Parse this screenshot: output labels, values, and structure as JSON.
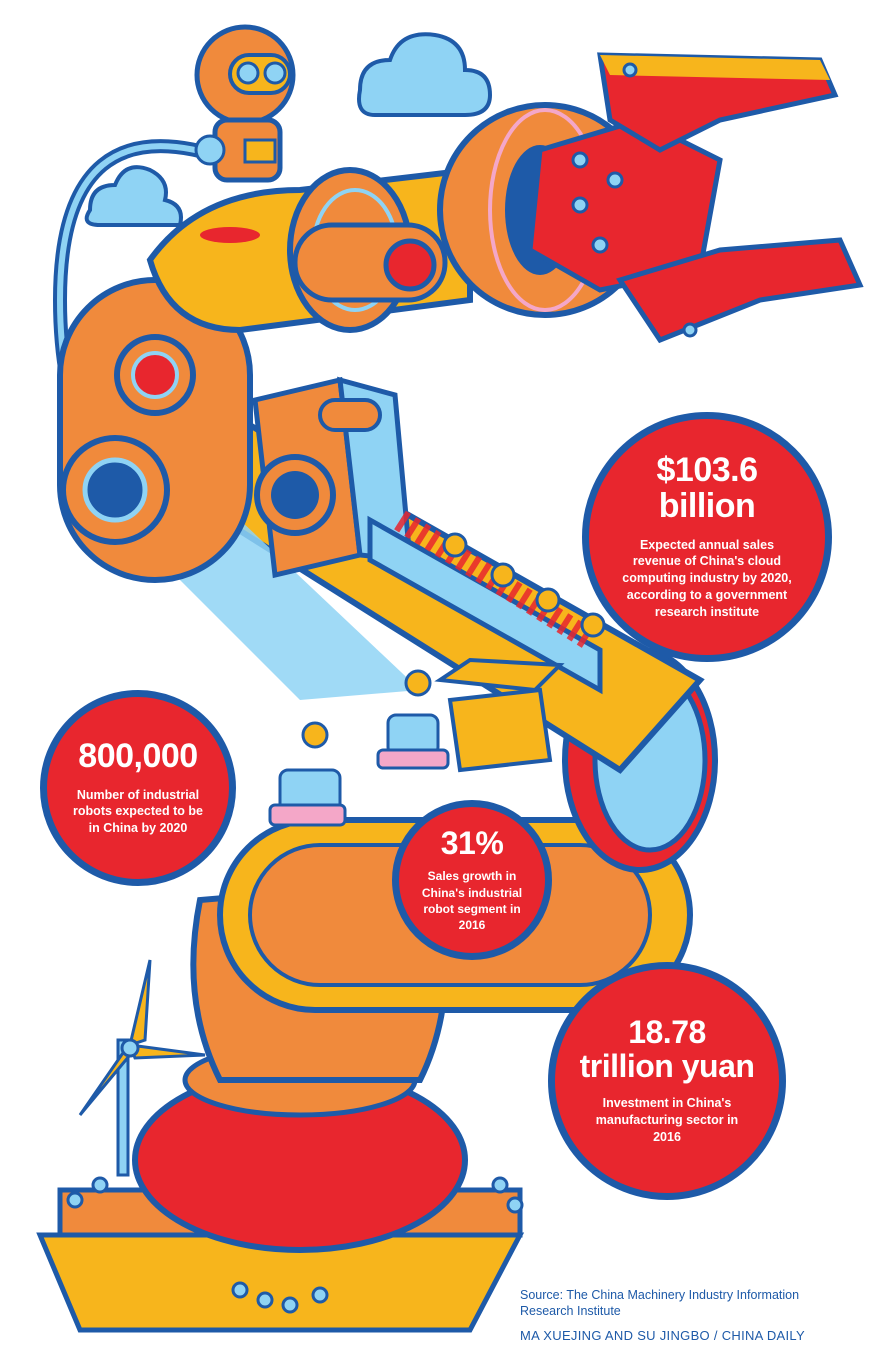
{
  "colors": {
    "red": "#e8262e",
    "blue": "#1e5aa8",
    "orange": "#f08a3c",
    "yellow": "#f7b51c",
    "light_blue": "#8fd3f4",
    "white": "#ffffff"
  },
  "stats": [
    {
      "id": "cloud",
      "value": "$103.6",
      "unit": "billion",
      "description": "Expected annual sales revenue of China's cloud computing industry by 2020, according to a government research institute"
    },
    {
      "id": "robots",
      "value": "800,000",
      "unit": "",
      "description": "Number of industrial robots expected to be in China by 2020"
    },
    {
      "id": "growth",
      "value": "31%",
      "unit": "",
      "description": "Sales growth in China's industrial robot segment in 2016"
    },
    {
      "id": "invest",
      "value": "18.78",
      "unit": "trillion yuan",
      "description": "Investment in China's manufacturing sector in 2016"
    }
  ],
  "footer": {
    "source": "Source: The China Machinery Industry Information Research Institute",
    "credit": "MA XUEJING AND SU JINGBO / CHINA DAILY"
  },
  "illustration": {
    "subject": "robot-arm-illustration"
  }
}
